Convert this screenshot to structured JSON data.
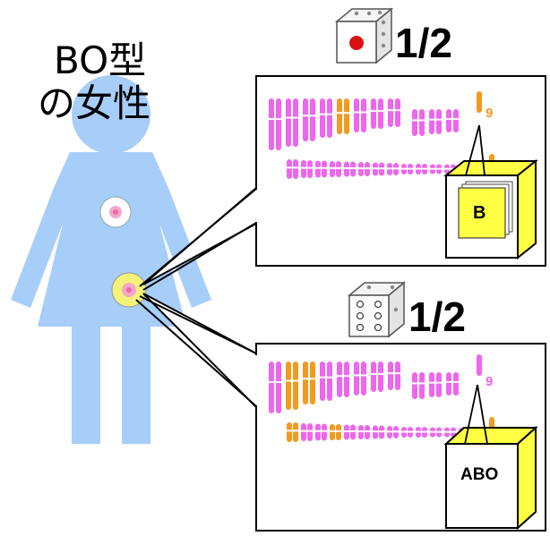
{
  "subject": {
    "title_line1": "BO型",
    "title_line2": "の女性"
  },
  "panels": [
    {
      "probability": "1/2",
      "die_face": 1,
      "chromosome_label": "9",
      "box_label": "B",
      "colors": {
        "normal": "#ee66ee",
        "highlight": "#f39a1e",
        "label": "#f39a1e"
      },
      "highlighted_long": [
        4
      ],
      "highlighted_short": [],
      "highlighted_pair_tall": true
    },
    {
      "probability": "1/2",
      "die_face": 6,
      "chromosome_label": "9",
      "box_label": "ABO",
      "colors": {
        "normal": "#ee66ee",
        "highlight": "#f39a1e",
        "label": "#ee66ee"
      },
      "highlighted_long": [
        1,
        2
      ],
      "highlighted_short": [
        0,
        3
      ],
      "highlighted_pair_tall": true
    }
  ],
  "colors": {
    "body": "#a7cdf9",
    "ovary_yellow": "#f5f27a",
    "box_yellow": "#ffff44",
    "die_dot_red": "#dd1111"
  }
}
